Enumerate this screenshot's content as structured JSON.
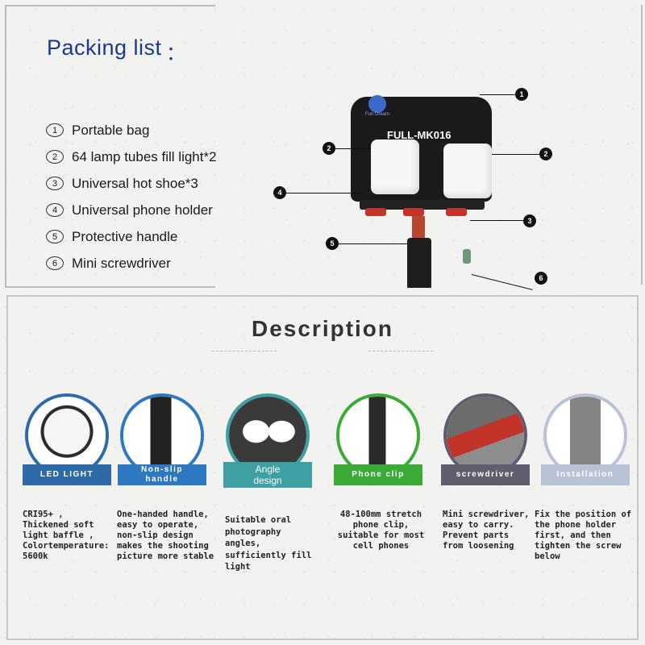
{
  "packing": {
    "title": "Packing list",
    "colon": "：",
    "items": [
      {
        "num": "1",
        "text": "Portable bag"
      },
      {
        "num": "2",
        "text": "64 lamp tubes fill light*2"
      },
      {
        "num": "3",
        "text": "Universal hot shoe*3"
      },
      {
        "num": "4",
        "text": "Universal phone holder"
      },
      {
        "num": "5",
        "text": "Protective handle"
      },
      {
        "num": "6",
        "text": "Mini screwdriver"
      }
    ]
  },
  "product": {
    "model": "FULL-MK016",
    "brand": "Fun Dream",
    "callouts": [
      "1",
      "2",
      "2",
      "3",
      "4",
      "5",
      "6"
    ]
  },
  "description": {
    "title": "Description",
    "features": [
      {
        "label": "LED LIGHT",
        "color": "#2e6aa8",
        "text": [
          "CRI95+ ,",
          "Thickened soft",
          "light baffle ,",
          "Colortemperature:",
          "5600k"
        ]
      },
      {
        "label_lines": [
          "Non-slip",
          "handle"
        ],
        "color": "#2e78c2",
        "text": [
          "One-handed handle,",
          "easy to operate,",
          "non-slip design",
          "makes the shooting",
          "picture more stable"
        ]
      },
      {
        "label_lines": [
          "Angle",
          "design"
        ],
        "color": "#3ea0a3",
        "text": [
          "Suitable oral",
          "photography",
          "angles,",
          "sufficiently fill",
          "light"
        ]
      },
      {
        "label": "Phone clip",
        "color": "#3bab37",
        "text": [
          "48-100mm stretch",
          "phone clip,",
          "suitable for most",
          "cell phones"
        ]
      },
      {
        "label": "screwdriver",
        "color": "#5e5e6e",
        "text": [
          "Mini screwdriver,",
          "easy to carry.",
          "Prevent parts",
          "from loosening"
        ]
      },
      {
        "label": "Installation",
        "color": "#b9c2d6",
        "text": [
          "Fix the position of",
          "the phone holder",
          "first, and then",
          "tighten the screw",
          "below"
        ]
      }
    ]
  }
}
